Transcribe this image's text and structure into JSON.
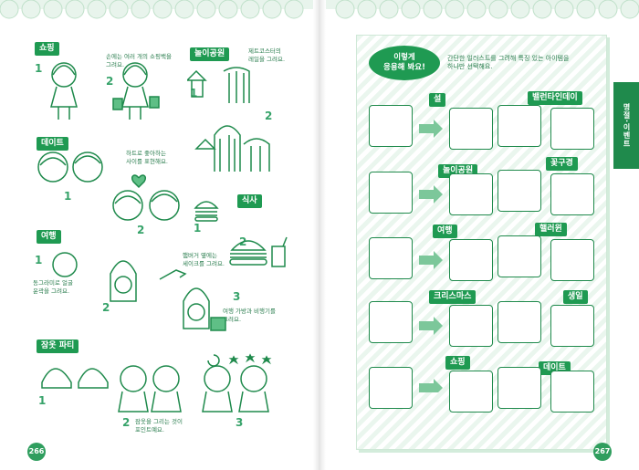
{
  "left": {
    "sections": {
      "shopping": {
        "label": "쇼핑",
        "note": "손에는 여러 개의 쇼핑백을\n그려요."
      },
      "amusement": {
        "label": "놀이공원",
        "note": "제트코스터의\n레일을 그려요."
      },
      "date": {
        "label": "데이트",
        "note": "하트로 좋아하는\n사이를 표현해요."
      },
      "meal": {
        "label": "식사",
        "note": "햄버거 옆에는\n세이크를 그려요."
      },
      "travel": {
        "label": "여행",
        "note1": "동그라미로 얼굴\n윤곽을 그려요.",
        "note2": "여행 가방과 비행기를\n그려요."
      },
      "pajama": {
        "label": "잠옷 파티",
        "note": "잠옷을 그리는 것이\n포인트예요."
      }
    },
    "page_number": "266"
  },
  "right": {
    "badge": "이렇게\n응용해 봐요!",
    "intro": "간단한 일러스트를 그려해 특징 있는 아이템을\n하나만 선택해요.",
    "side_tab": "명절·이벤트",
    "rows": [
      {
        "label": "설",
        "label2": "밸런타인데이"
      },
      {
        "label": "놀이공원",
        "label2": "꽃구경"
      },
      {
        "label": "여행",
        "label2": "핼러윈"
      },
      {
        "label": "크리스마스",
        "label2": "생일"
      },
      {
        "label": "쇼핑",
        "label2": "데이트"
      }
    ],
    "page_number": "267"
  }
}
